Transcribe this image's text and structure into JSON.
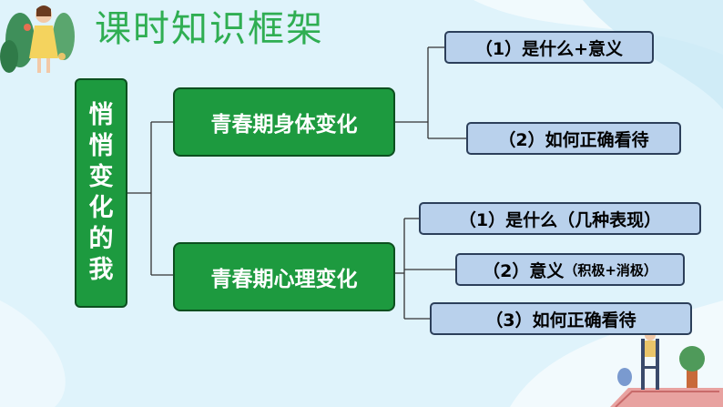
{
  "title": "课时知识框架",
  "root": {
    "label": "悄悄变化的我"
  },
  "branches": [
    {
      "label": "青春期身体变化",
      "children": [
        {
          "label": "（1）是什么+意义"
        },
        {
          "label": "（2）如何正确看待"
        }
      ]
    },
    {
      "label": "青春期心理变化",
      "children": [
        {
          "label": "（1）是什么（几种表现）"
        },
        {
          "label_main": "（2）意义",
          "label_sub": "（积极+消极）"
        },
        {
          "label": "（3）如何正确看待"
        }
      ]
    }
  ],
  "colors": {
    "title": "#2fae52",
    "node_fill": "#1d9a3f",
    "node_border": "#0c4f1f",
    "leaf_fill": "#b9d1ec",
    "leaf_border": "#2c3f5a",
    "background": "#dff3fb"
  },
  "decorations": [
    "girl-with-plants-illustration",
    "boy-on-ladder-illustration"
  ]
}
